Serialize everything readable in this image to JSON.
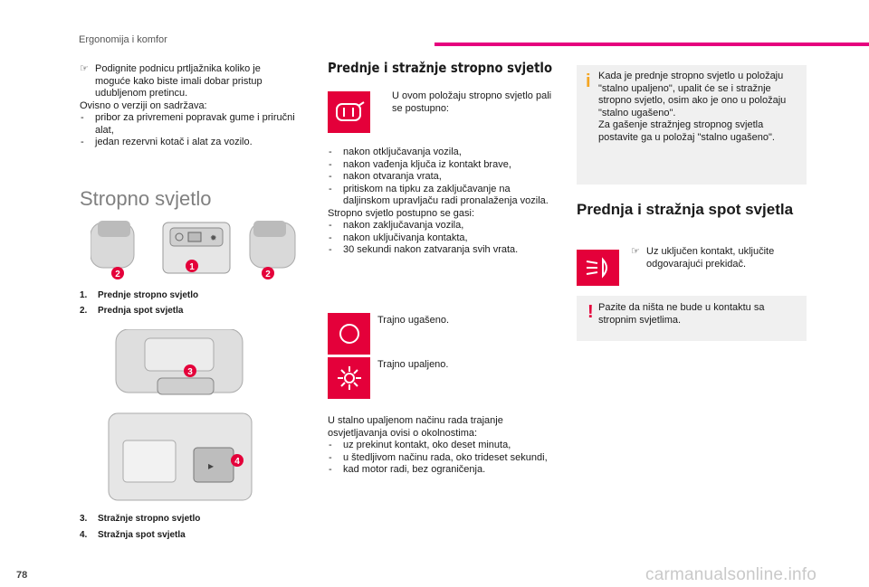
{
  "header": {
    "section": "Ergonomija i komfor",
    "page_number": "78",
    "watermark": "carmanualsonline.info",
    "accent_color": "#e6007e"
  },
  "col1": {
    "intro_bullet": "Podignite podnicu prtljažnika koliko je moguće kako biste imali dobar pristup udubljenom pretincu.",
    "intro_text": "Ovisno o verziji on sadržava:",
    "intro_items": [
      "pribor za privremeni popravak gume i priručni alat,",
      "jedan rezervni kotač i alat za vozilo."
    ],
    "title": "Stropno svjetlo",
    "captions_a": [
      {
        "num": "1.",
        "text": "Prednje stropno svjetlo"
      },
      {
        "num": "2.",
        "text": "Prednja spot svjetla"
      }
    ],
    "captions_b": [
      {
        "num": "3.",
        "text": "Stražnje stropno svjetlo"
      },
      {
        "num": "4.",
        "text": "Stražnja spot svjetla"
      }
    ],
    "figure_labels": [
      "1",
      "2",
      "2",
      "3",
      "4"
    ]
  },
  "col2": {
    "title": "Prednje i stražnje stropno svjetlo",
    "door_icon_text": "U ovom položaju stropno svjetlo pali se postupno:",
    "on_items": [
      "nakon otključavanja vozila,",
      "nakon vađenja ključa iz kontakt brave,",
      "nakon otvaranja vrata,",
      "pritiskom na tipku za zaključavanje na daljinskom upravljaču radi pronalaženja vozila."
    ],
    "off_intro": "Stropno svjetlo postupno se gasi:",
    "off_items": [
      "nakon zaključavanja vozila,",
      "nakon uključivanja kontakta,",
      "30 sekundi nakon zatvaranja svih vrata."
    ],
    "off_label": "Trajno ugašeno.",
    "on_label": "Trajno upaljeno.",
    "duration_intro": "U stalno upaljenom načinu rada trajanje osvjetljavanja ovisi o okolnostima:",
    "duration_items": [
      "uz prekinut kontakt, oko deset minuta,",
      "u štedljivom načinu rada, oko trideset sekundi,",
      "kad motor radi, bez ograničenja."
    ]
  },
  "col3": {
    "info_text": "Kada je prednje stropno svjetlo u položaju \"stalno upaljeno\", upalit će se i stražnje stropno svjetlo, osim ako je ono u položaju \"stalno ugašeno\".\nZa gašenje stražnjeg stropnog svjetla postavite ga u položaj \"stalno ugašeno\".",
    "title": "Prednja i stražnja spot svjetla",
    "spot_text": "Uz uključen kontakt, uključite odgovarajući prekidač.",
    "warning_text": "Pazite da ništa ne bude u kontaktu sa stropnim svjetlima."
  }
}
